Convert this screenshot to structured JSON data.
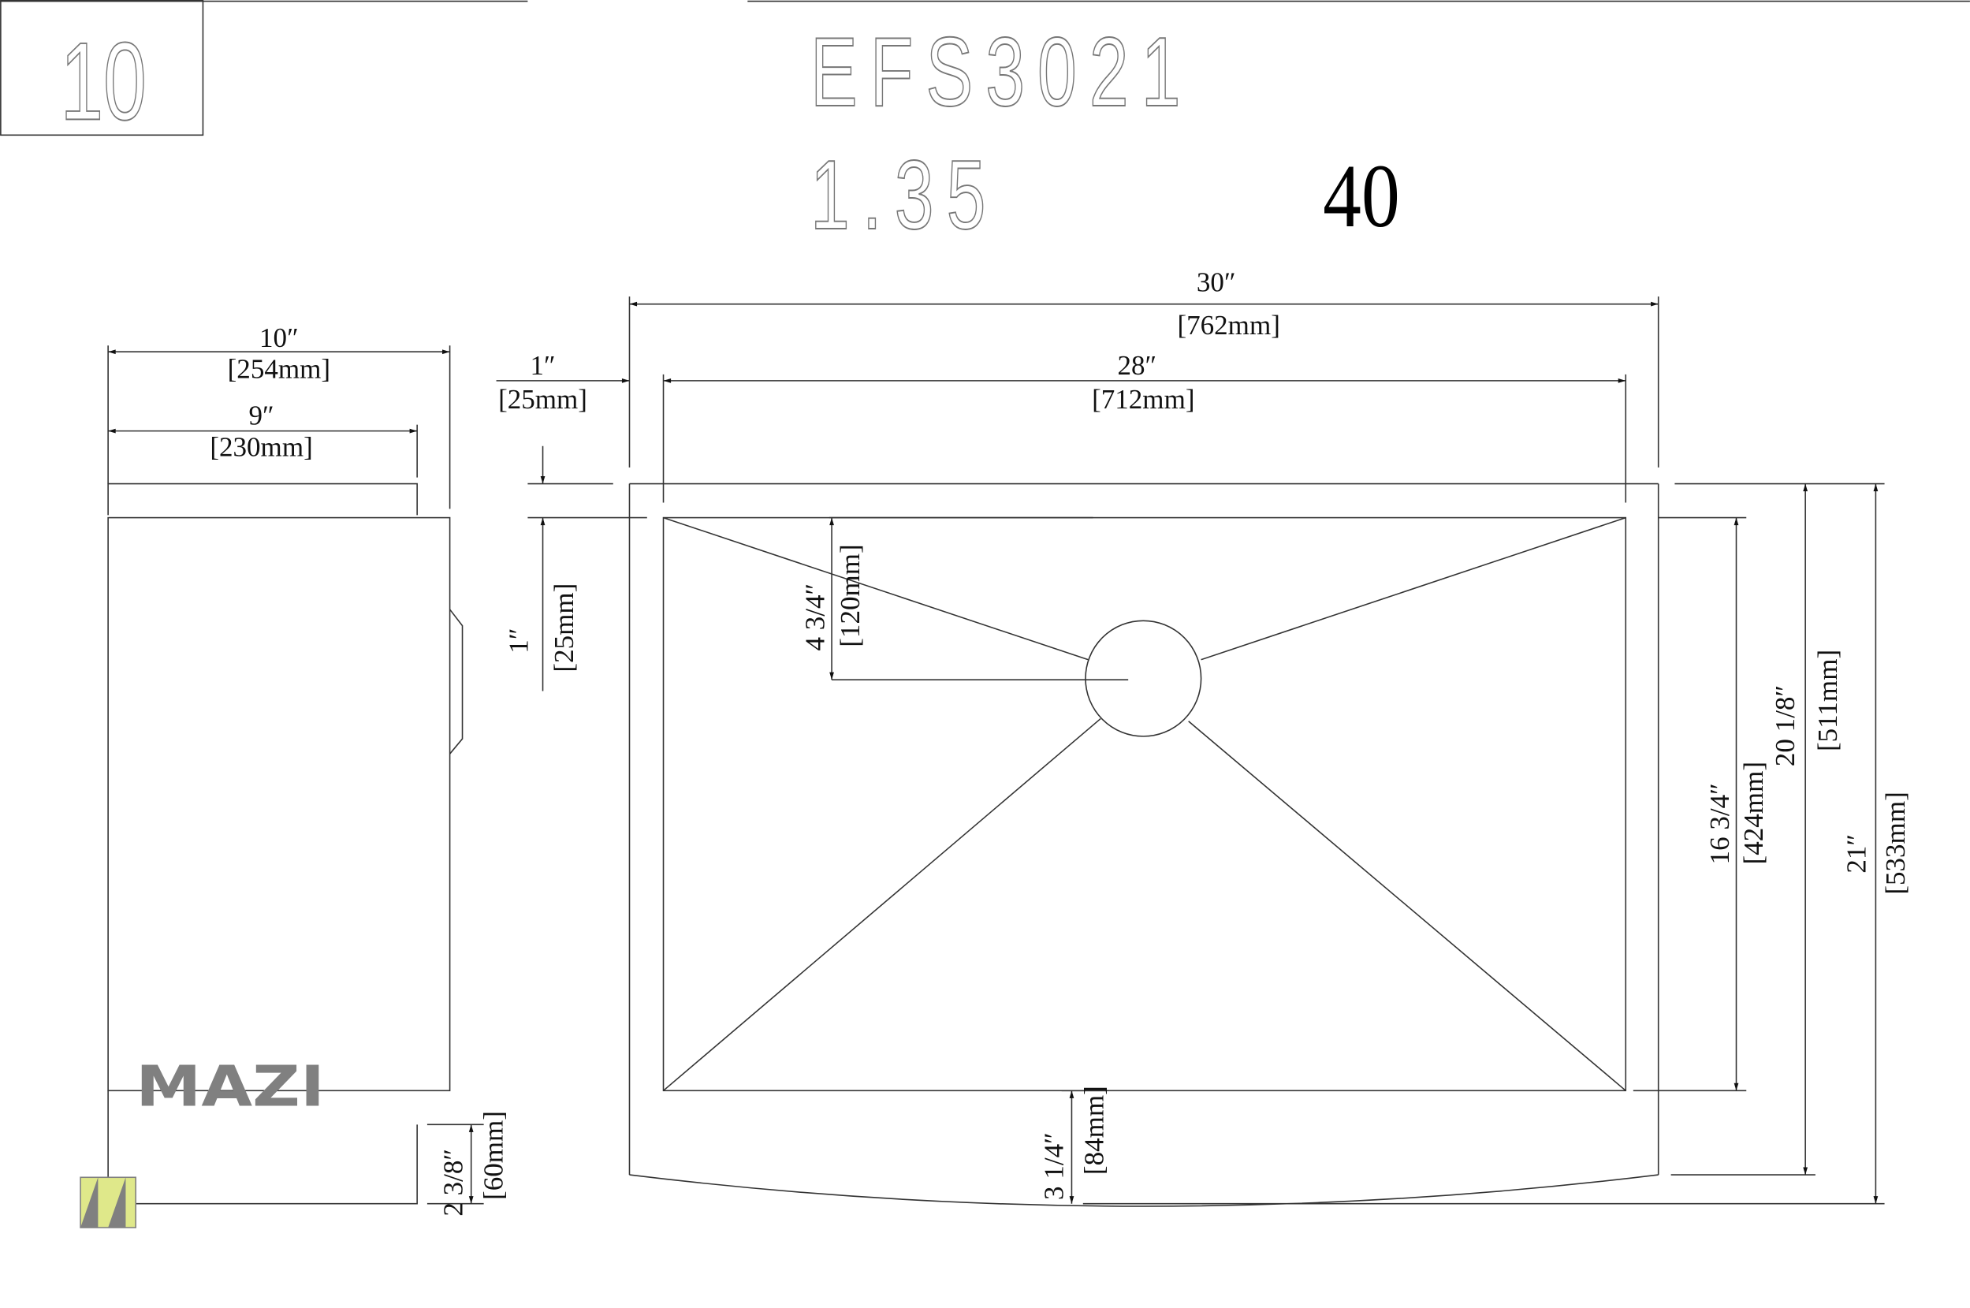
{
  "header": {
    "page_number": "10",
    "model": "EFS3021",
    "thickness": "1.35",
    "gauge": "40"
  },
  "logo": {
    "text": "MAZI",
    "colors": {
      "accent": "#dfe88a",
      "gray": "#808080"
    }
  },
  "dimensions": {
    "side_width_in": "10″",
    "side_width_mm": "[254mm]",
    "side_inner_in": "9″",
    "side_inner_mm": "[230mm]",
    "side_apron_in": "2 3/8″",
    "side_apron_mm": "[60mm]",
    "overall_width_in": "30″",
    "overall_width_mm": "[762mm]",
    "bowl_width_in": "28″",
    "bowl_width_mm": "[712mm]",
    "rim_in": "1″",
    "rim_mm": "[25mm]",
    "rim_v_in": "1″",
    "rim_v_mm": "[25mm]",
    "drain_offset_in": "4 3/4″",
    "drain_offset_mm": "[120mm]",
    "bowl_depth_in": "16 3/4″",
    "bowl_depth_mm": "[424mm]",
    "mid_depth_in": "20 1/8″",
    "mid_depth_mm": "[511mm]",
    "overall_depth_in": "21″",
    "overall_depth_mm": "[533mm]",
    "apron_in": "3 1/4″",
    "apron_mm": "[84mm]"
  }
}
